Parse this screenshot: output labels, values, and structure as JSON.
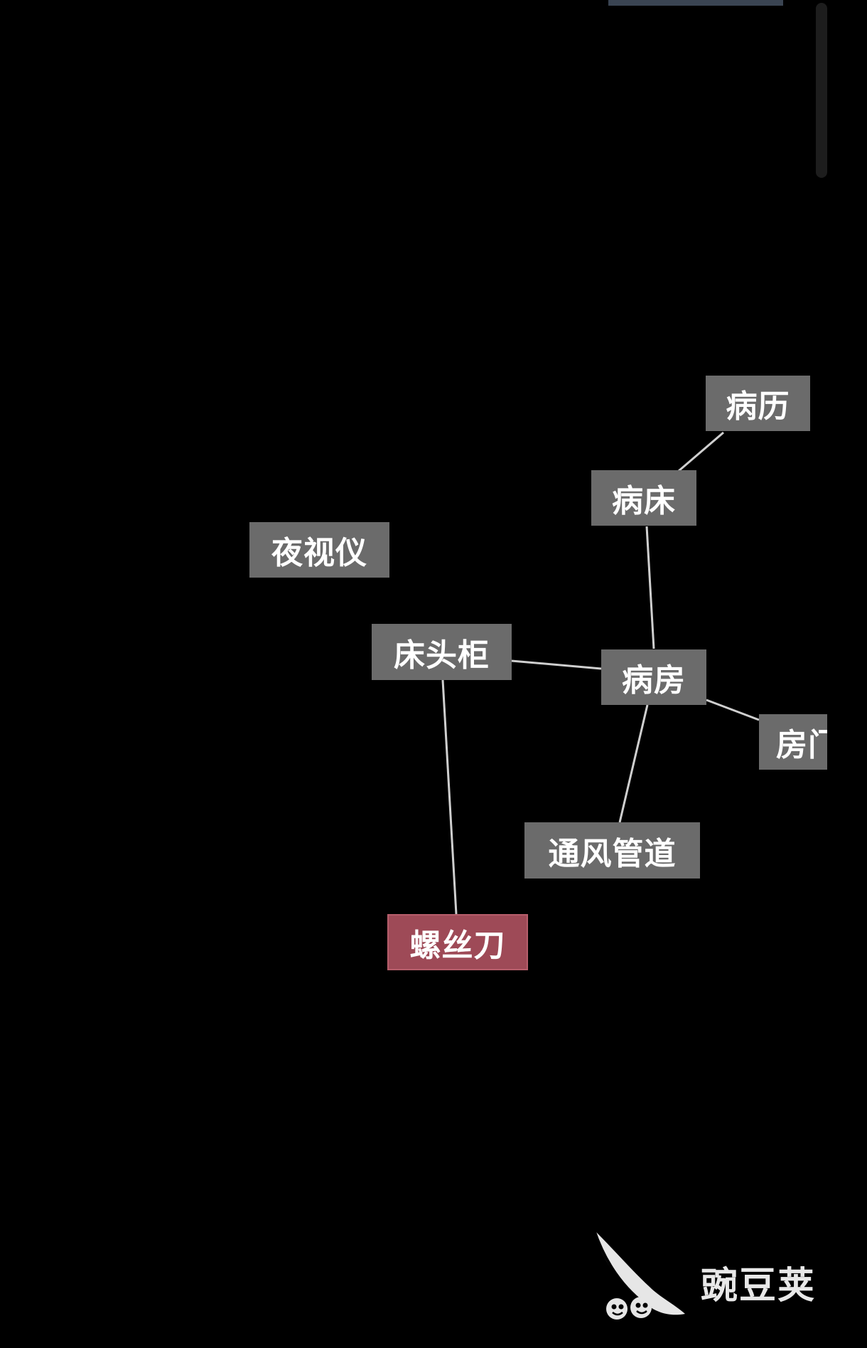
{
  "graph": {
    "nodes": {
      "medical_record": "病历",
      "hospital_bed": "病床",
      "night_vision": "夜视仪",
      "bedside_cabinet": "床头柜",
      "ward": "病房",
      "door": "房门",
      "ventilation_duct": "通风管道",
      "screwdriver": "螺丝刀"
    },
    "highlighted": "螺丝刀"
  },
  "colors": {
    "background": "#000000",
    "node_fill": "#6b6b6b",
    "node_highlight": "#9e4a57",
    "edge": "#cfcfcf"
  },
  "watermark": {
    "logo_icon": "pea-pod-icon",
    "brand": "豌豆荚"
  }
}
